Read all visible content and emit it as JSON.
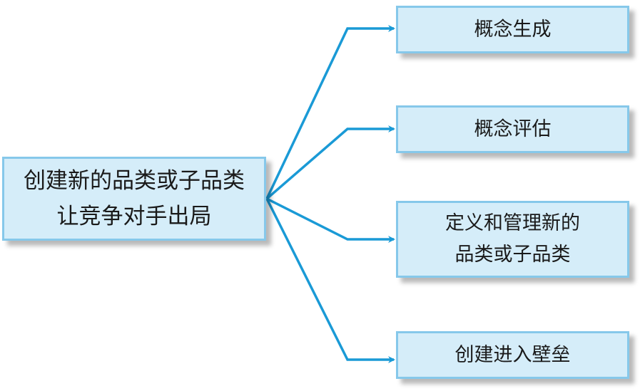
{
  "root": {
    "line1": "创建新的品类或子品类",
    "line2": "让竞争对手出局"
  },
  "branches": [
    {
      "label": "概念生成"
    },
    {
      "label": "概念评估"
    },
    {
      "label_line1": "定义和管理新的",
      "label_line2": "品类或子品类"
    },
    {
      "label": "创建进入壁垒"
    }
  ],
  "colors": {
    "arrow": "#1a9ad6",
    "box_fill": "#d5edf9",
    "box_border": "#86c8ea"
  }
}
